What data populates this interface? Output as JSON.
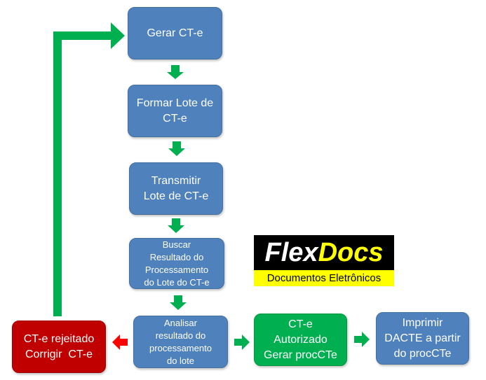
{
  "nodes": {
    "gerar": {
      "lines": [
        "Gerar CT-e"
      ]
    },
    "formar": {
      "lines": [
        "Formar Lote de",
        "CT-e"
      ]
    },
    "transmitir": {
      "lines": [
        "Transmitir",
        "Lote de CT-e"
      ]
    },
    "buscar": {
      "lines": [
        "Buscar",
        "Resultado do",
        "Processamento",
        "do Lote do CT-e"
      ]
    },
    "analisar": {
      "lines": [
        "Analisar",
        "resultado do",
        "processamento",
        "do lote"
      ]
    },
    "autorizado": {
      "lines": [
        "CT-e",
        "Autorizado",
        "Gerar procCTe"
      ]
    },
    "imprimir": {
      "lines": [
        "Imprimir",
        "DACTE a partir",
        "do procCTe"
      ]
    },
    "rejeitado": {
      "lines": [
        "CT-e rejeitado",
        "Corrigir  CT-e"
      ]
    }
  },
  "logo": {
    "word_part1": "Flex",
    "word_part2": "Docs",
    "tagline": "Documentos Eletrônicos"
  },
  "colors": {
    "process_blue": "#4f81bd",
    "success_green": "#00b050",
    "error_red": "#c00000",
    "flow_arrow_green": "#00b050",
    "error_arrow_red": "#ff0000",
    "logo_black": "#000000",
    "logo_yellow": "#ffff00"
  },
  "edges": [
    {
      "from": "gerar",
      "to": "formar",
      "color": "green"
    },
    {
      "from": "formar",
      "to": "transmitir",
      "color": "green"
    },
    {
      "from": "transmitir",
      "to": "buscar",
      "color": "green"
    },
    {
      "from": "buscar",
      "to": "analisar",
      "color": "green"
    },
    {
      "from": "analisar",
      "to": "autorizado",
      "color": "green"
    },
    {
      "from": "autorizado",
      "to": "imprimir",
      "color": "green"
    },
    {
      "from": "analisar",
      "to": "rejeitado",
      "color": "red"
    },
    {
      "from": "rejeitado",
      "to": "gerar",
      "color": "green"
    }
  ]
}
